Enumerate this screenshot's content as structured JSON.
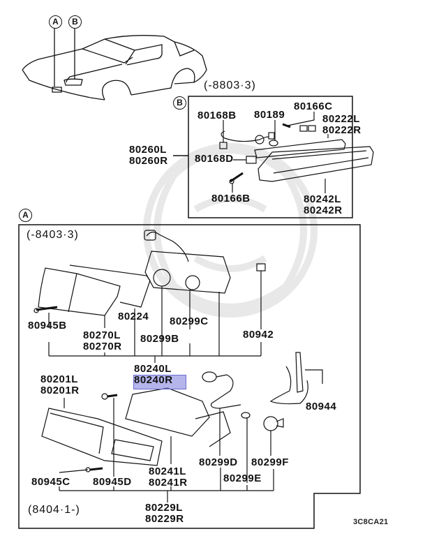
{
  "diagram": {
    "drawing_code": "3C8CA21",
    "highlight_color": "#8c8ce0",
    "highlighted_part": "80240R",
    "overview": {
      "callouts": [
        "A",
        "B"
      ]
    },
    "section_b": {
      "marker": "B",
      "date_range": "(-8803·3)",
      "parts": {
        "p80168B": "80168B",
        "p80189": "80189",
        "p80166C": "80166C",
        "p80222": [
          "80222L",
          "80222R"
        ],
        "p80260": [
          "80260L",
          "80260R"
        ],
        "p80168D": "80168D",
        "p80166B": "80166B",
        "p80242": [
          "80242L",
          "80242R"
        ]
      }
    },
    "section_a": {
      "marker": "A",
      "date_range_top": "(-8403·3)",
      "date_range_bottom": "(8404·1-)",
      "parts": {
        "p80945B": "80945B",
        "p80270": [
          "80270L",
          "80270R"
        ],
        "p80224": "80224",
        "p80299C": "80299C",
        "p80299B": "80299B",
        "p80942": "80942",
        "p80240": [
          "80240L",
          "80240R"
        ],
        "p80201": [
          "80201L",
          "80201R"
        ],
        "p80944": "80944",
        "p80945C": "80945C",
        "p80945D": "80945D",
        "p80241": [
          "80241L",
          "80241R"
        ],
        "p80299D": "80299D",
        "p80299F": "80299F",
        "p80299E": "80299E",
        "p80229": [
          "80229L",
          "80229R"
        ]
      }
    }
  }
}
